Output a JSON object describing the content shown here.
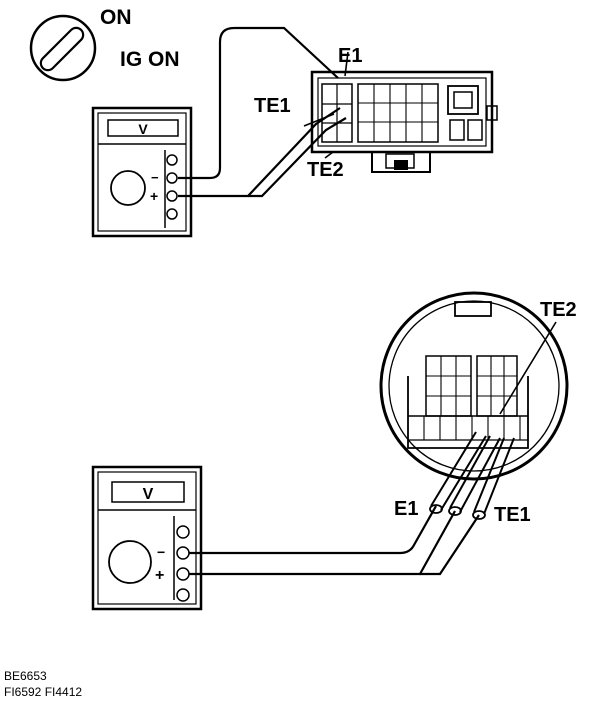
{
  "ignition": {
    "state_label": "ON",
    "mode_label": "IG ON"
  },
  "top_diagram": {
    "meter_display": "V",
    "meter_minus": "−",
    "meter_plus": "+",
    "terminal_e1": "E1",
    "terminal_te1": "TE1",
    "terminal_te2": "TE2"
  },
  "bottom_diagram": {
    "meter_display": "V",
    "meter_minus": "−",
    "meter_plus": "+",
    "terminal_te2": "TE2",
    "terminal_e1": "E1",
    "terminal_te1": "TE1"
  },
  "figure_codes": {
    "line1": "BE6653",
    "line2": "FI6592 FI4412"
  }
}
